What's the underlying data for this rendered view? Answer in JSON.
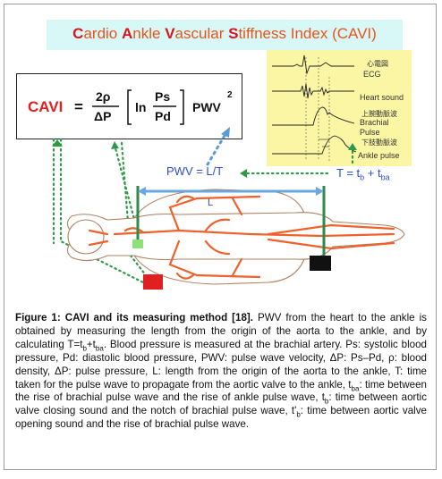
{
  "title": "Cardio Ankle Vascular Stiffness Index (CAVI)",
  "formula": {
    "lhs": "CAVI",
    "equals": "=",
    "frac_num": "2ρ",
    "frac_den": "ΔP",
    "ln": "ln",
    "ps": "Ps",
    "pd": "Pd",
    "pwv": "PWV",
    "exp": "2"
  },
  "waveforms": {
    "ecg": "ECG",
    "ecg_jp": "心電図",
    "heart_sound": "Heart sound",
    "brachial": "Brachial",
    "pulse": "Pulse",
    "brachial_jp": "上腕動脈波",
    "ankle_jp": "下肢動脈波",
    "ankle_pulse": "Ankle pulse"
  },
  "labels": {
    "pwv": "PWV = L/T",
    "t": "T = tb + tba",
    "l": "L"
  },
  "colors": {
    "title": "#e8541a",
    "cavi": "#e02020",
    "arrow_blue": "#5b9bd5",
    "dots_green": "#2e9a48",
    "artery": "#f0602a",
    "cuff_red": "#e02020",
    "cuff_black": "#111111"
  },
  "caption": {
    "bold": "Figure 1: CAVI and its measuring method [18].",
    "p1": " PWV from the heart to the ankle is obtained by measuring the length from the origin of the aorta to the ankle, and by calculating T=t",
    "s1": "b",
    "p2": "+t",
    "s2": "ba",
    "p3": ". Blood pressure is measured at the brachial artery. Ps: systolic blood pressure, Pd: diastolic blood pressure, PWV: pulse wave velocity, ΔP: Ps–Pd, ρ: blood density, ΔP: pulse pressure, L: length from the origin of the aorta to the ankle, T: time taken for the pulse wave to propagate from the aortic valve to the ankle, t",
    "s3": "ba",
    "p4": ": time between the rise of brachial pulse wave and the rise of ankle pulse wave, t",
    "s4": "b",
    "p5": ": time between aortic valve closing sound and the notch of brachial pulse wave, t'",
    "s5": "b",
    "p6": ": time between aortic valve opening sound and the rise of brachial pulse wave."
  }
}
